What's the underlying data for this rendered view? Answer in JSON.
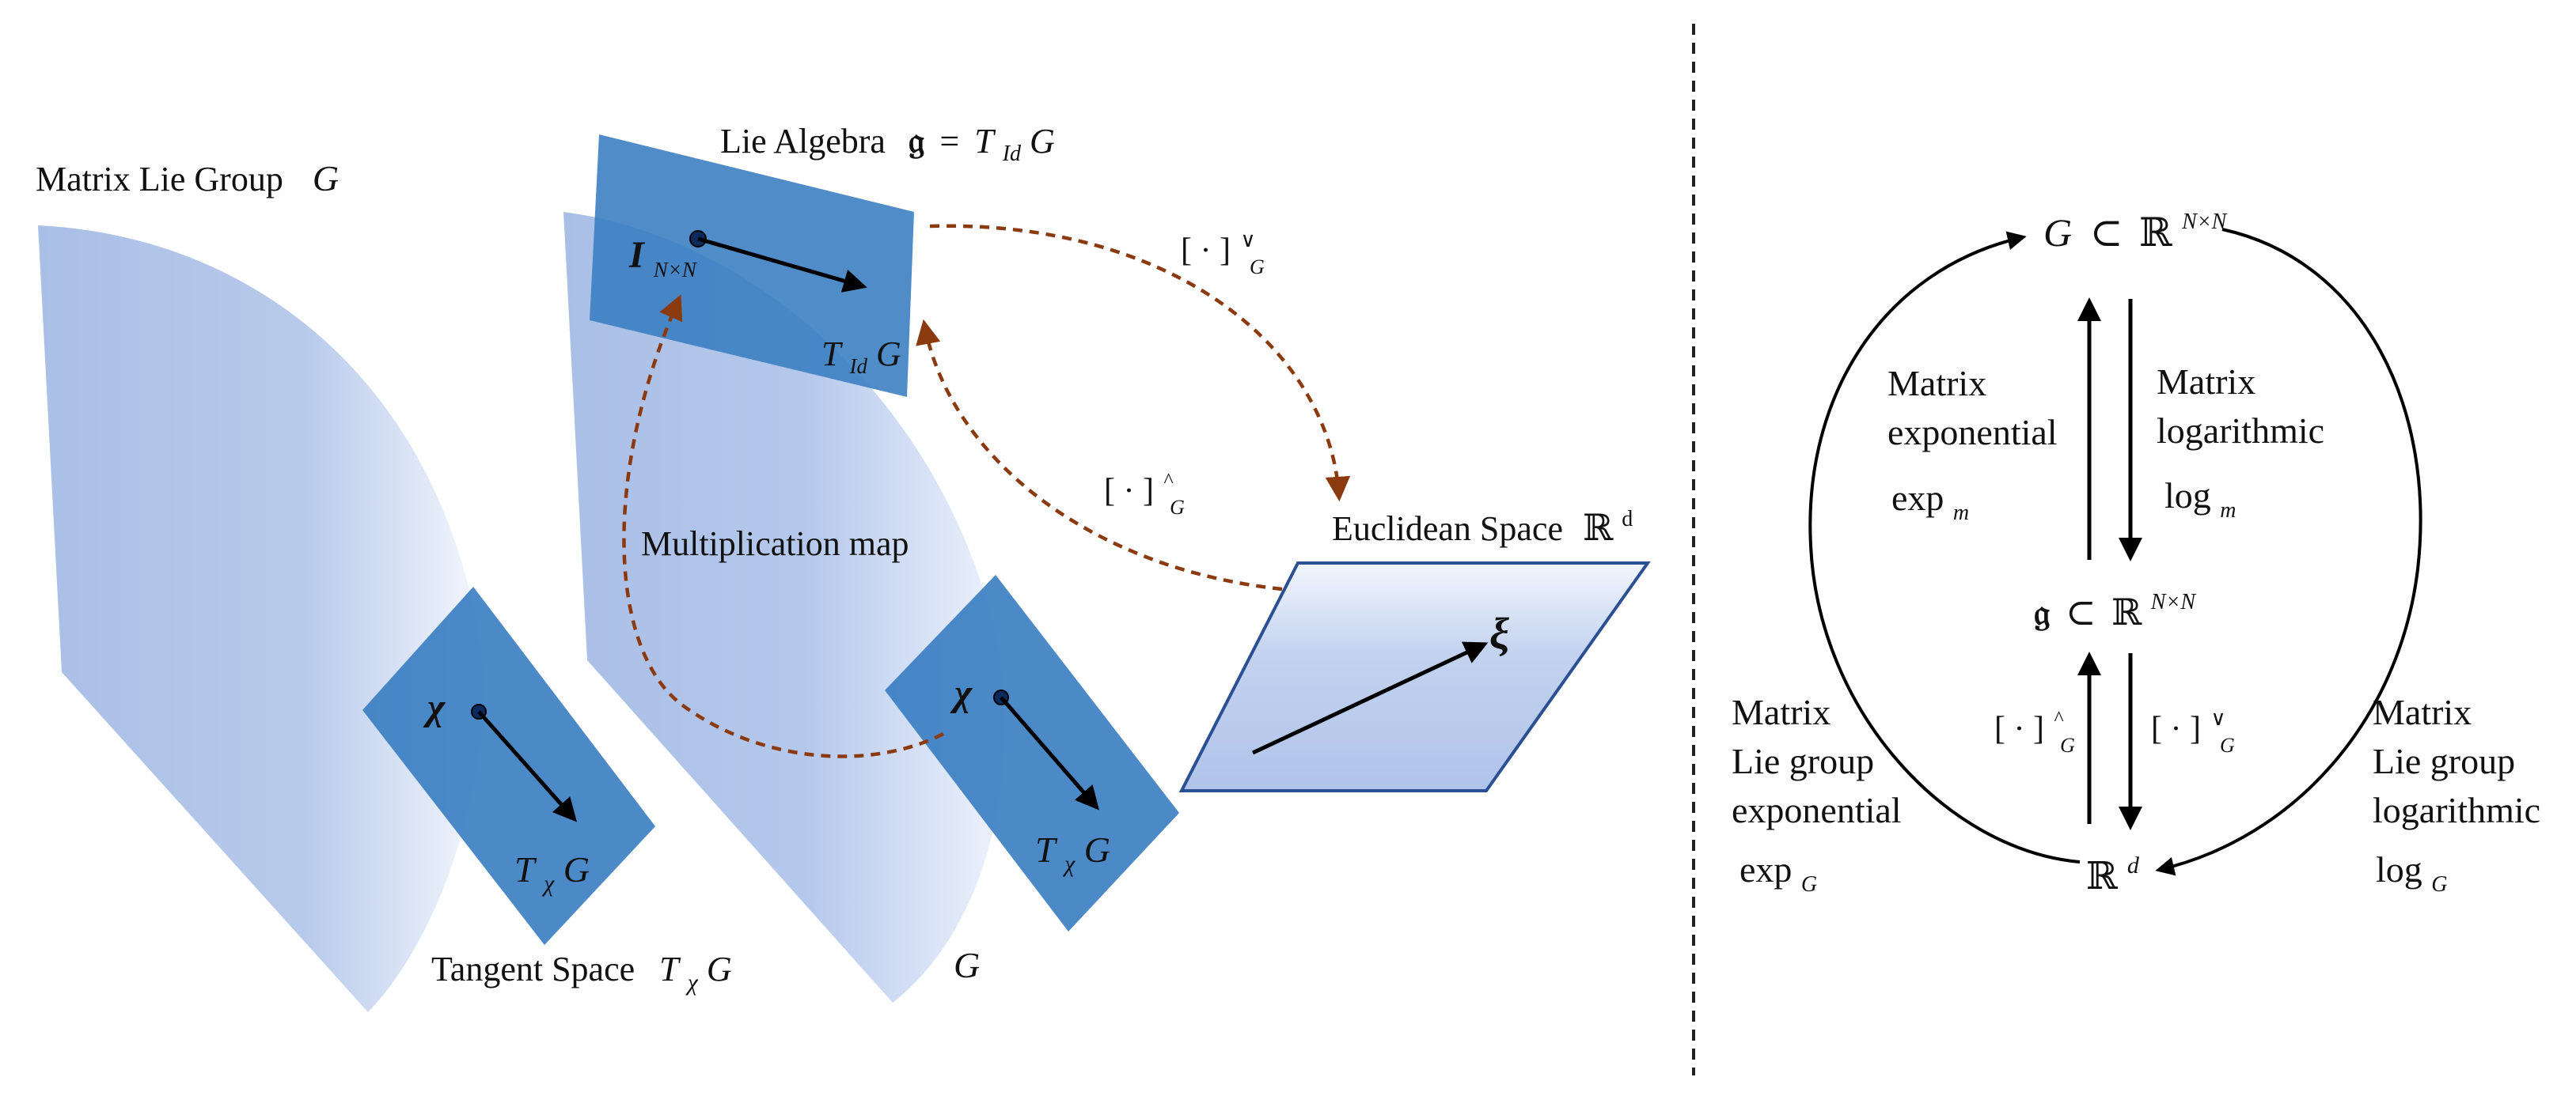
{
  "colors": {
    "manifold_light": "#ffffff",
    "manifold_fill": "#aabfe6",
    "plane_fill": "#3c7fc2",
    "euclid_fill": "#c3d2ef",
    "euclid_border": "#2b4f93",
    "dashed_arrow": "#8b3a10",
    "arrow": "#000000",
    "divider": "#222222"
  },
  "left": {
    "matrix_lie_group_label": "Matrix Lie Group",
    "matrix_lie_group_symbol": "G",
    "lie_algebra_label": "Lie Algebra",
    "lie_algebra_frak": "𝔤",
    "lie_algebra_eq": "=",
    "tid_T": "T",
    "tid_sub": "Id",
    "tid_G": "G",
    "identity_I": "I",
    "identity_sub": "N×N",
    "chi": "χ",
    "tchi_T": "T",
    "tchi_sub": "χ",
    "tchi_G": "G",
    "tangent_space_label": "Tangent Space",
    "g_label": "G",
    "multiplication_map": "Multiplication map",
    "euclidean_label": "Euclidean Space",
    "euclidean_R": "ℝ",
    "euclidean_sup": "d",
    "xi": "ξ",
    "bracket": "[ · ]",
    "vee": "∨",
    "hat": "^",
    "bracket_sub": "G"
  },
  "right": {
    "top_node_G": "G",
    "subset": "⊂",
    "R": "ℝ",
    "nn_sup": "N×N",
    "mid_node_frak": "𝔤",
    "bottom_node_R": "ℝ",
    "bottom_node_sup": "d",
    "matrix_exp_line1": "Matrix",
    "matrix_exp_line2": "exponential",
    "exp_m_main": "exp",
    "exp_m_sub": "m",
    "matrix_log_line1": "Matrix",
    "matrix_log_line2": "logarithmic",
    "log_m_main": "log",
    "log_m_sub": "m",
    "bracket": "[ · ]",
    "hat": "^",
    "vee": "∨",
    "bracket_sub": "G",
    "lie_exp_line1": "Matrix",
    "lie_exp_line2": "Lie group",
    "lie_exp_line3": "exponential",
    "exp_G_main": "exp",
    "exp_G_sub": "G",
    "lie_log_line1": "Matrix",
    "lie_log_line2": "Lie group",
    "lie_log_line3": "logarithmic",
    "log_G_main": "log",
    "log_G_sub": "G"
  }
}
